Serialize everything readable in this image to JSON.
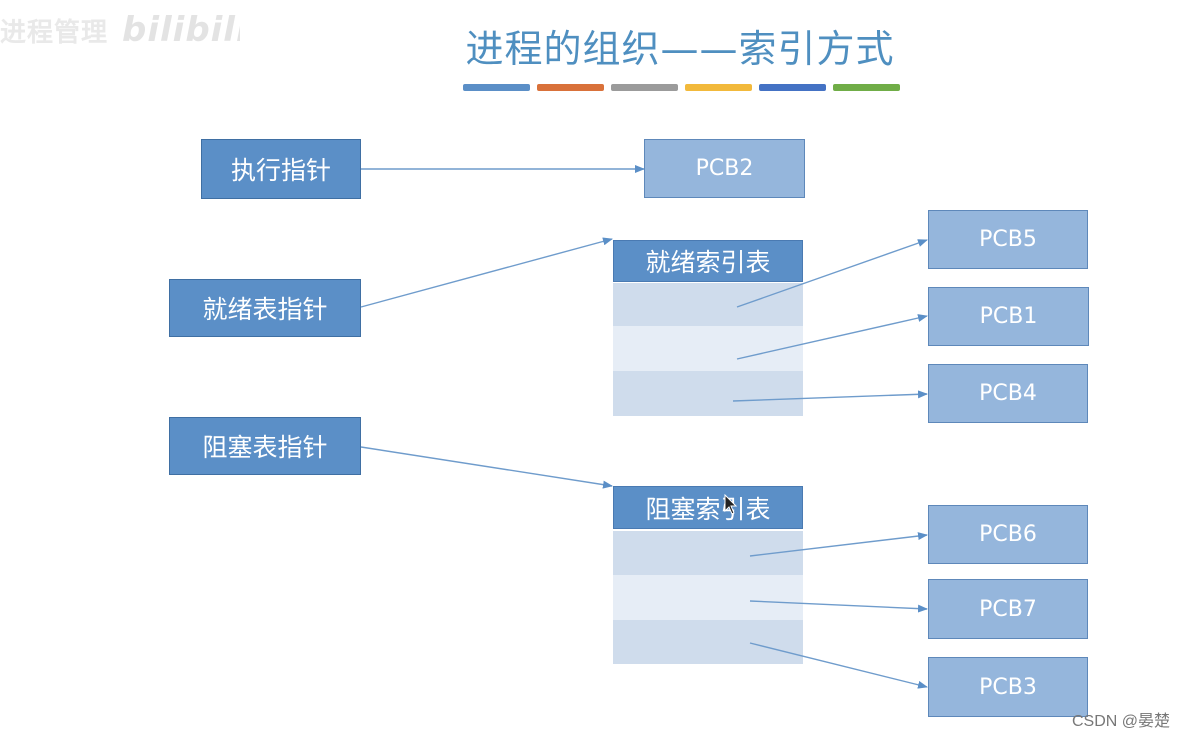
{
  "watermark": {
    "text": "进程管理",
    "logo": "bilibili"
  },
  "title": "进程的组织——索引方式",
  "title_stripes": [
    "#5b8fc7",
    "#d9713a",
    "#9b9b9b",
    "#f2b93b",
    "#4472c4",
    "#70ad47"
  ],
  "pointers": {
    "exec": "执行指针",
    "ready": "就绪表指针",
    "blocked": "阻塞表指针"
  },
  "tables": {
    "ready": {
      "header": "就绪索引表"
    },
    "blocked": {
      "header": "阻塞索引表"
    }
  },
  "pcbs": {
    "running": "PCB2",
    "ready": [
      "PCB5",
      "PCB1",
      "PCB4"
    ],
    "blocked": [
      "PCB6",
      "PCB7",
      "PCB3"
    ]
  },
  "credit": "CSDN @晏楚"
}
